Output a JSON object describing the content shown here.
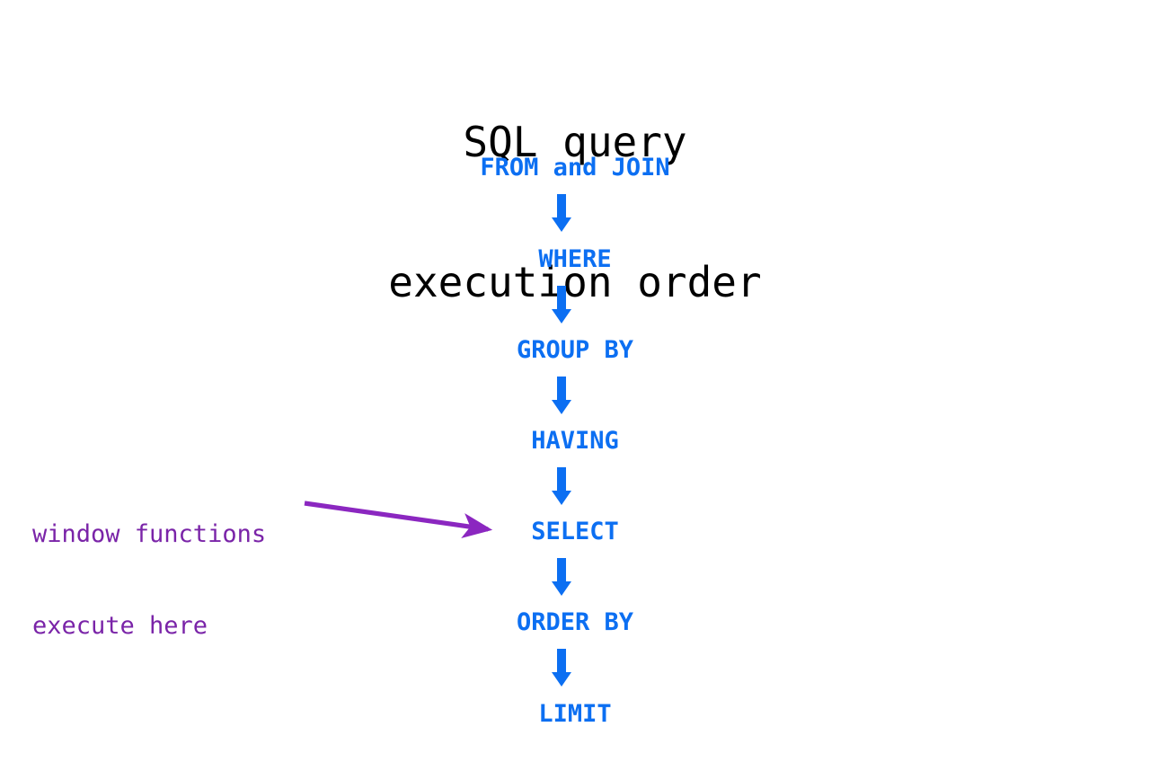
{
  "diagram": {
    "type": "flowchart",
    "orientation": "vertical",
    "background_color": "#ffffff",
    "title": {
      "line1": "SQL query",
      "line2": "execution order",
      "color": "#000000"
    },
    "colors": {
      "step_text": "#0c6ff2",
      "flow_arrow": "#0c6ff2",
      "annotation_text": "#7a24a8",
      "annotation_arrow": "#8b27c0",
      "title_text": "#000000",
      "background": "#ffffff"
    },
    "steps": [
      {
        "order": 1,
        "label": "FROM and JOIN"
      },
      {
        "order": 2,
        "label": "WHERE"
      },
      {
        "order": 3,
        "label": "GROUP BY"
      },
      {
        "order": 4,
        "label": "HAVING"
      },
      {
        "order": 5,
        "label": "SELECT"
      },
      {
        "order": 6,
        "label": "ORDER BY"
      },
      {
        "order": 7,
        "label": "LIMIT"
      }
    ],
    "connectors": [
      {
        "from": "FROM and JOIN",
        "to": "WHERE",
        "glyph": "down-arrow"
      },
      {
        "from": "WHERE",
        "to": "GROUP BY",
        "glyph": "down-arrow"
      },
      {
        "from": "GROUP BY",
        "to": "HAVING",
        "glyph": "down-arrow"
      },
      {
        "from": "HAVING",
        "to": "SELECT",
        "glyph": "down-arrow"
      },
      {
        "from": "SELECT",
        "to": "ORDER BY",
        "glyph": "down-arrow"
      },
      {
        "from": "ORDER BY",
        "to": "LIMIT",
        "glyph": "down-arrow"
      }
    ],
    "annotation": {
      "line1": "window functions",
      "line2": "execute here",
      "points_to": "SELECT",
      "arrow_direction": "right-down"
    }
  }
}
